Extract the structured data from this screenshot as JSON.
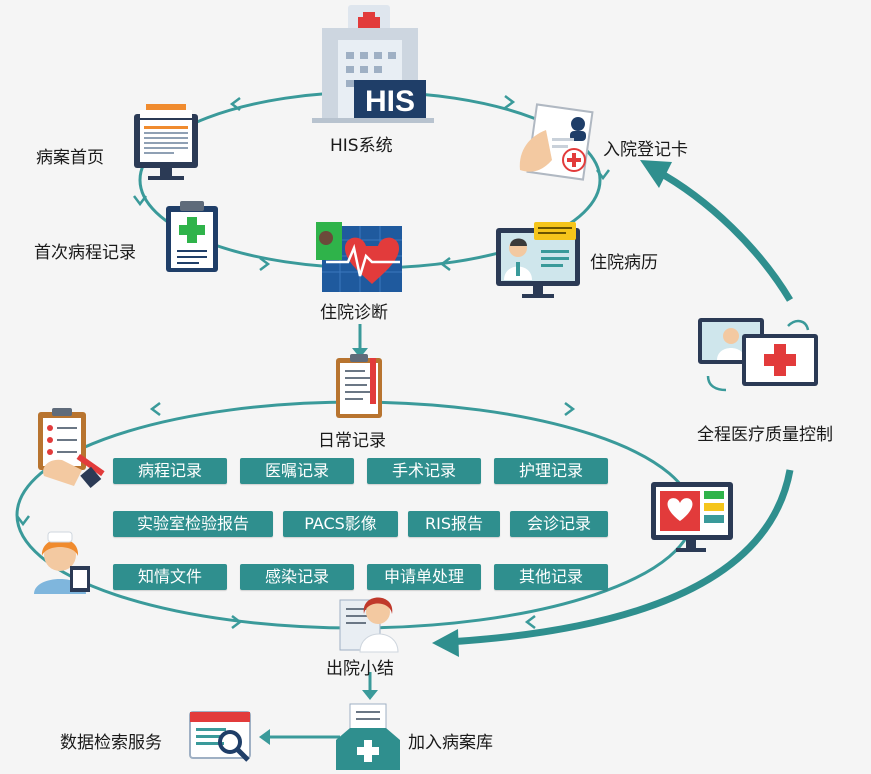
{
  "colors": {
    "teal": "#2f8f8e",
    "arrow": "#3a9a9a",
    "navy": "#1f3e68",
    "red": "#e23b3b",
    "background": "#f5f5f5"
  },
  "nodes": {
    "his": "HIS系统",
    "admission_card": "入院登记卡",
    "case_front_page": "病案首页",
    "first_course": "首次病程记录",
    "inpatient_record": "住院病历",
    "inpatient_diagnosis": "住院诊断",
    "daily_record": "日常记录",
    "discharge_summary": "出院小结",
    "archive": "加入病案库",
    "retrieval": "数据检索服务",
    "quality_control": "全程医疗质量控制"
  },
  "his_logo_text": "HIS",
  "record_types": [
    "病程记录",
    "医嘱记录",
    "手术记录",
    "护理记录",
    "实验室检验报告",
    "PACS影像",
    "RIS报告",
    "会诊记录",
    "知情文件",
    "感染记录",
    "申请单处理",
    "其他记录"
  ],
  "icons": [
    "hospital-building-icon",
    "admission-form-icon",
    "computer-document-icon",
    "medical-clipboard-icon",
    "doctor-monitor-icon",
    "heart-ecg-icon",
    "daily-record-clipboard-icon",
    "checklist-icon",
    "nurse-icon",
    "monitor-chart-icon",
    "doctor-document-icon",
    "archive-folder-icon",
    "search-magnifier-icon",
    "monitors-quality-icon"
  ]
}
